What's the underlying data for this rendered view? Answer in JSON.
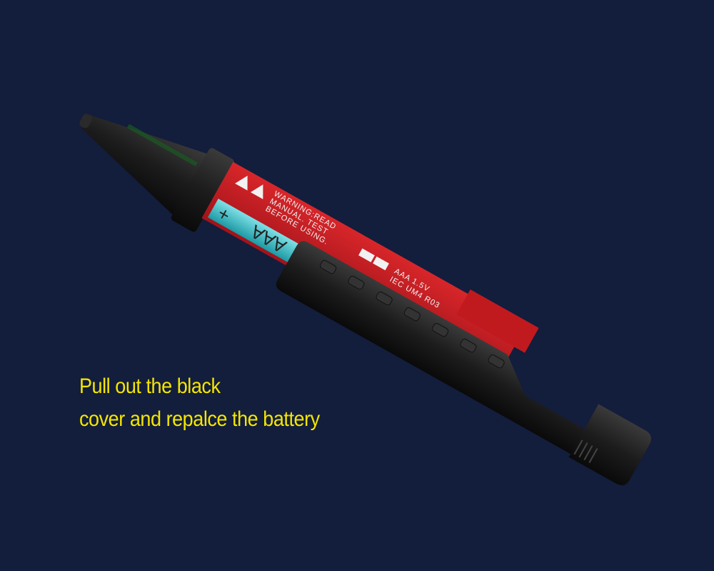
{
  "product_labels": {
    "warning_lines": [
      "WARNING:READ",
      "MANUAL. TEST",
      "BEFORE USING."
    ],
    "battery_spec_lines": [
      "AAA 1.5V",
      "IEC UM4 R03"
    ],
    "battery_marking": "AAA",
    "battery_plus": "+"
  },
  "caption": {
    "line1": "Pull out the black",
    "line2": "cover and repalce the battery"
  },
  "colors": {
    "background": "#131d3c",
    "caption": "#f4e600",
    "body_red": "#c01a1f",
    "battery_teal": "#2fb3bd",
    "cover_black": "#1a1a1a"
  }
}
